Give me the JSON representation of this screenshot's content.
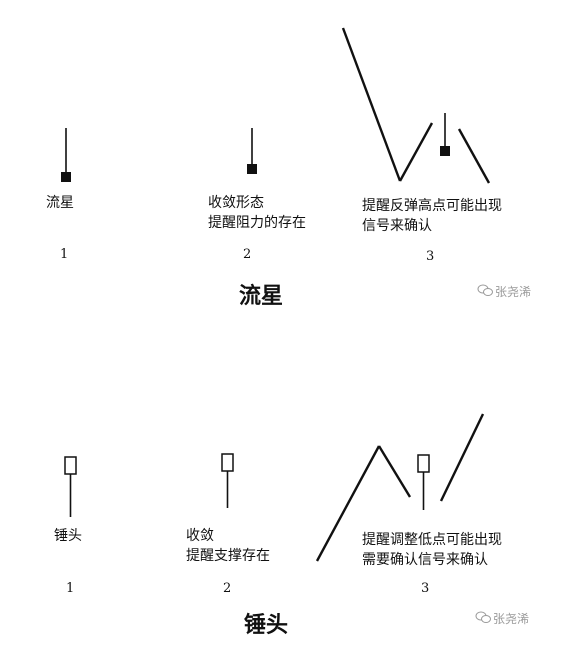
{
  "shooting_star": {
    "title": "流星",
    "panels": [
      {
        "label_lines": [
          "流星"
        ],
        "number": "1"
      },
      {
        "label_lines": [
          "收敛形态",
          "提醒阻力的存在"
        ],
        "number": "2"
      },
      {
        "label_lines": [
          "提醒反弹高点可能出现",
          "信号来确认"
        ],
        "number": "3"
      }
    ]
  },
  "hammer": {
    "title": "锤头",
    "panels": [
      {
        "label_lines": [
          "锤头"
        ],
        "number": "1"
      },
      {
        "label_lines": [
          "收敛",
          "提醒支撑存在"
        ],
        "number": "2"
      },
      {
        "label_lines": [
          "提醒调整低点可能出现",
          "需要确认信号来确认"
        ],
        "number": "3"
      }
    ]
  },
  "watermark": {
    "text": "张尧浠",
    "icon": "wechat-icon"
  },
  "colors": {
    "ink": "#111111",
    "watermark": "#9a9a9a"
  }
}
